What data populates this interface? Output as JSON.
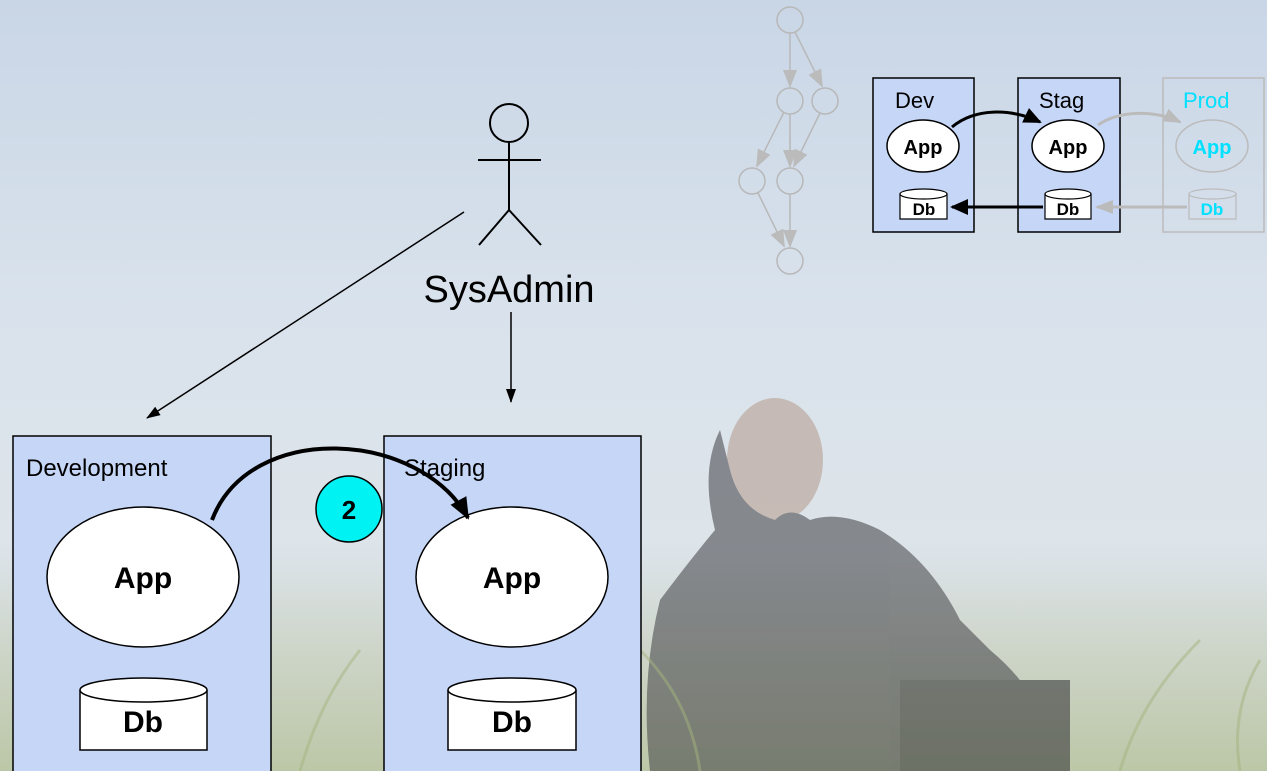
{
  "actor": {
    "label": "SysAdmin"
  },
  "environments": [
    {
      "name": "Development",
      "app": "App",
      "db": "Db"
    },
    {
      "name": "Staging",
      "app": "App",
      "db": "Db"
    }
  ],
  "step_badge": "2",
  "mini_diagram": {
    "environments": [
      {
        "name": "Dev",
        "app": "App",
        "db": "Db"
      },
      {
        "name": "Stag",
        "app": "App",
        "db": "Db"
      },
      {
        "name": "Prod",
        "app": "App",
        "db": "Db"
      }
    ]
  },
  "colors": {
    "env_fill": "#c6d6f7",
    "badge_fill": "#00f2f2",
    "prod_text": "#00e0ff",
    "faded": "#bbbbbb"
  }
}
